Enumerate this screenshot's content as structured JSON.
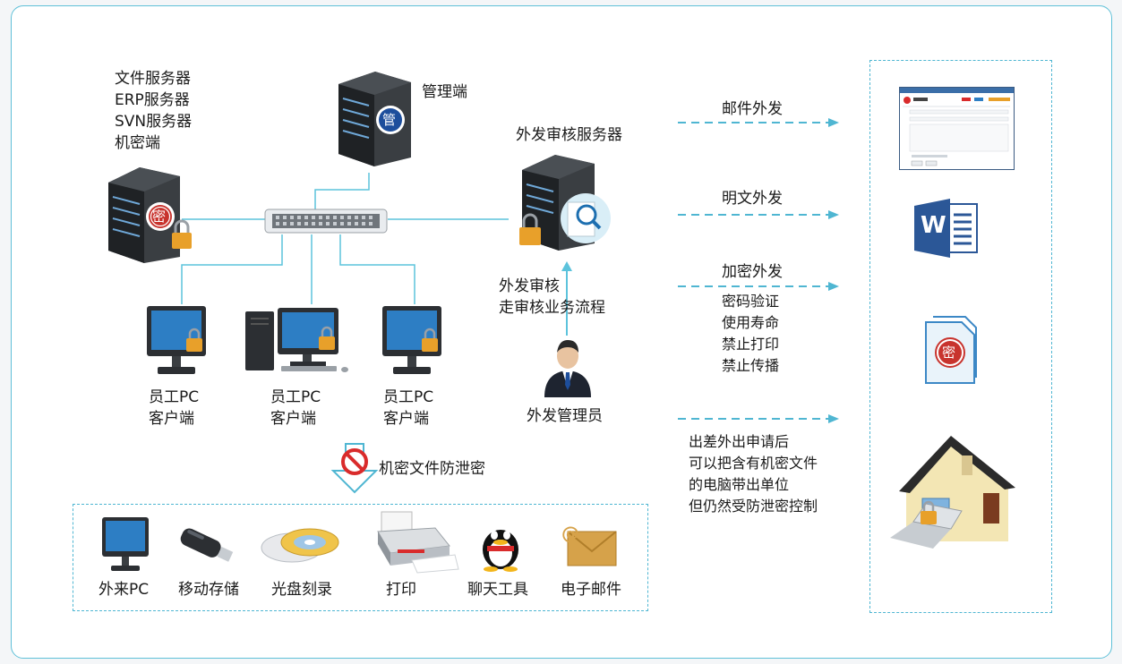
{
  "servers": {
    "file_server_labels": [
      "文件服务器",
      "ERP服务器",
      "SVN服务器",
      "机密端"
    ],
    "management": "管理端",
    "audit_server": "外发审核服务器",
    "seal_mi": "密",
    "seal_guan": "管"
  },
  "clients": [
    {
      "line1": "员工PC",
      "line2": "客户端"
    },
    {
      "line1": "员工PC",
      "line2": "客户端"
    },
    {
      "line1": "员工PC",
      "line2": "客户端"
    }
  ],
  "audit": {
    "line1": "外发审核",
    "line2": "走审核业务流程",
    "admin": "外发管理员"
  },
  "leak": {
    "title": "机密文件防泄密",
    "items": [
      "外来PC",
      "移动存储",
      "光盘刻录",
      "打印",
      "聊天工具",
      "电子邮件"
    ]
  },
  "outbound": {
    "email": "邮件外发",
    "plain": "明文外发",
    "encrypted": "加密外发",
    "encrypted_features": [
      "密码验证",
      "使用寿命",
      "禁止打印",
      "禁止传播"
    ],
    "travel": [
      "出差外出申请后",
      "可以把含有机密文件",
      "的电脑带出单位",
      "但仍然受防泄密控制"
    ]
  },
  "icons": {
    "word_letter": "W",
    "email_at": "@"
  },
  "colors": {
    "accent": "#4fb6d2",
    "server_dark": "#2f3336",
    "seal_red": "#c8332d",
    "word_blue": "#2b5797"
  }
}
